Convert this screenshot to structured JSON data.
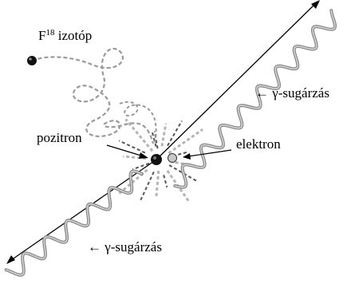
{
  "labels": {
    "isotope_prefix": "F",
    "isotope_mass": "18",
    "isotope_suffix": " izotóp",
    "positron": "pozitron",
    "electron": "elektron",
    "gamma_upper": "← γ-sugárzás",
    "gamma_lower": "← γ-sugárzás"
  },
  "colors": {
    "line": "#000000",
    "wave": "#8a8a8a",
    "wave_dark": "#555555",
    "path": "#9a9a9a",
    "ray": "#b5b5b5",
    "electron_fill": "#c8c8c8"
  }
}
